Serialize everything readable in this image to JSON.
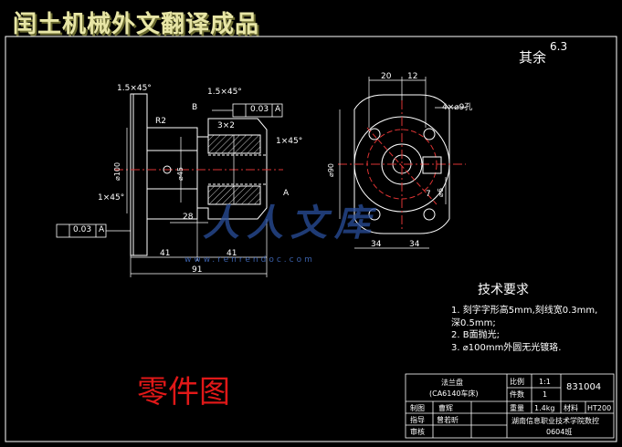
{
  "banner": "闰土机械外文翻译成品",
  "roughness": {
    "text": "其余",
    "value": "6.3"
  },
  "tech_requirements": {
    "title": "技术要求",
    "items": [
      "1. 刻字字形高5mm,刻线宽0.3mm,",
      "深0.5mm;",
      "2. B面抛光;",
      "3. ⌀100mm外圆无光镀珞."
    ]
  },
  "part_label": "零件图",
  "watermark": {
    "logo": "人人文库",
    "url": "www.renrendoc.com"
  },
  "dimensions": {
    "d91": "91",
    "d41a": "41",
    "d41b": "41",
    "d28": "28",
    "d34": "34",
    "d34b": "34",
    "d20": "20",
    "d12": "12",
    "d7": "7",
    "holes": "4×⌀9孔",
    "dia100": "⌀100",
    "dia45": "⌀45",
    "dia90": "⌀90",
    "dia6": "⌀6",
    "c15a": "1.5×45°",
    "c15b": "1.5×45°",
    "c1a": "1×45°",
    "c1b": "1×45°",
    "groove": "3×2",
    "r2": "R2",
    "datum_a": "A",
    "datum_b": "B"
  },
  "tolerances": [
    {
      "value": "0.03",
      "datum": "A"
    },
    {
      "value": "0.03",
      "datum": "A"
    }
  ],
  "title_block": {
    "part_name": "法兰盘",
    "part_sub": "(CA6140车床)",
    "ratio_label": "比例",
    "ratio_value": "1:1",
    "count_label": "件数",
    "count_value": "1",
    "drawing_no": "831004",
    "weight_label": "重量",
    "weight_value": "1.4kg",
    "material_label": "材料",
    "material_value": "HT200",
    "drawn_label": "制图",
    "drawn_name": "曹辉",
    "guide_label": "指导",
    "guide_name": "曾若昕",
    "review_label": "审核",
    "school": "湖南信息职业技术学院数控",
    "class": "0604班"
  }
}
